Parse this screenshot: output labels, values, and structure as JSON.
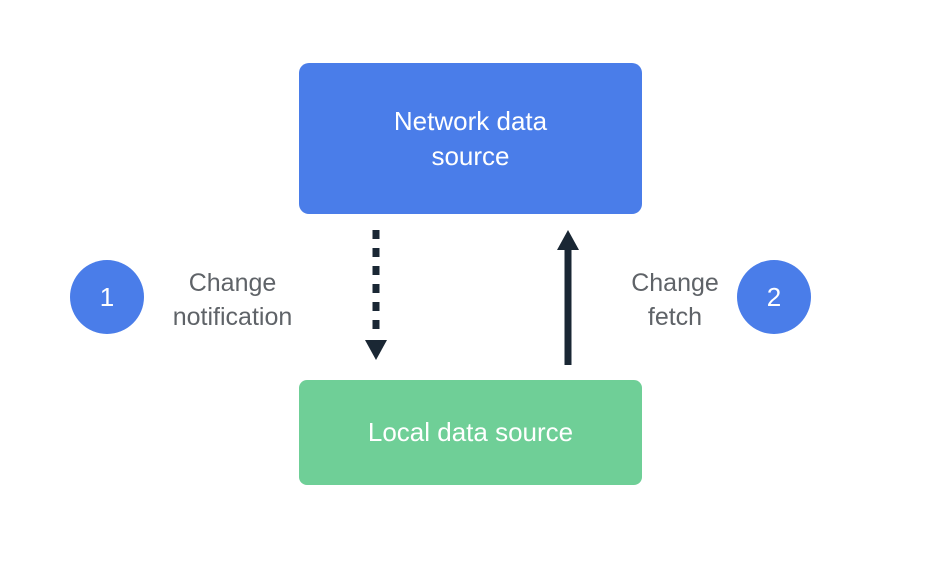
{
  "diagram": {
    "network_box": {
      "label": "Network data source"
    },
    "local_box": {
      "label": "Local data source"
    },
    "steps": [
      {
        "number": "1",
        "label": "Change notification"
      },
      {
        "number": "2",
        "label": "Change fetch"
      }
    ],
    "arrows": [
      {
        "name": "change-notification-arrow",
        "style": "dotted",
        "direction": "down"
      },
      {
        "name": "change-fetch-arrow",
        "style": "solid",
        "direction": "up"
      }
    ],
    "colors": {
      "blue": "#4a7de9",
      "green": "#6fcf97",
      "arrow": "#1a2734",
      "text": "#5f6368"
    }
  }
}
